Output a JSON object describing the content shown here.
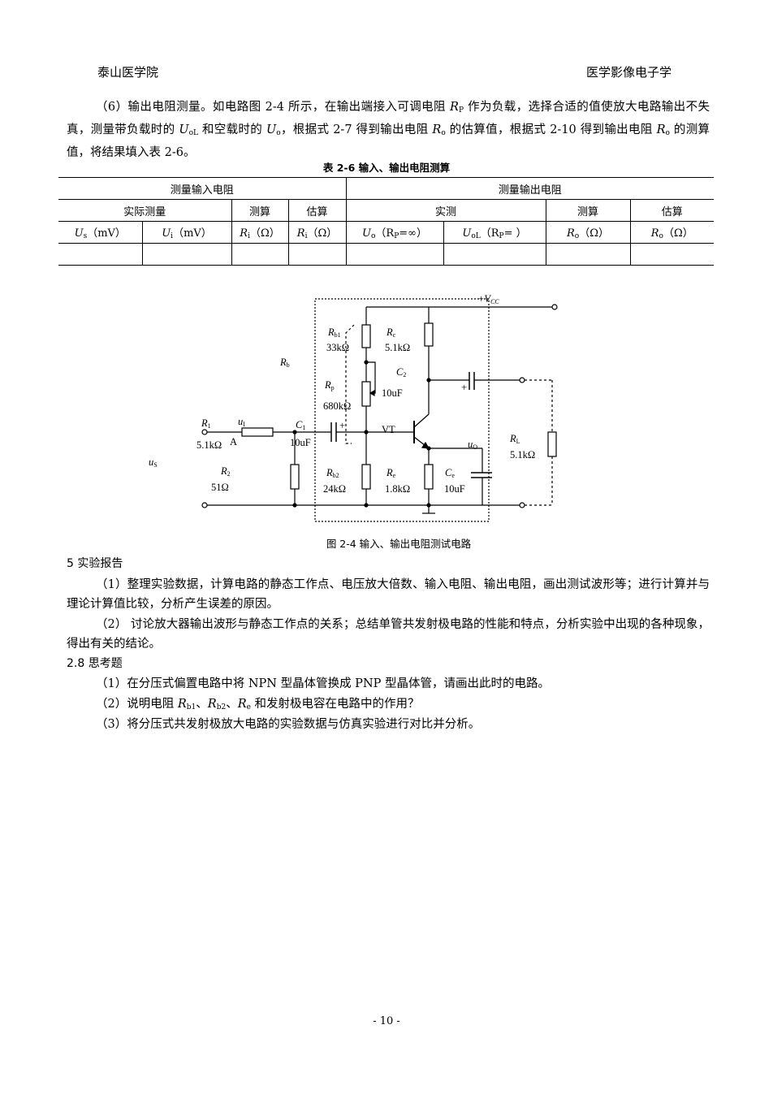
{
  "header": {
    "left": "泰山医学院",
    "right": "医学影像电子学"
  },
  "para6": {
    "p1": "（6）输出电阻测量。如电路图 2-4 所示，在输出端接入可调电阻 ",
    "rp": "R",
    "rp_sub": "P",
    "p2": " 作为负载，选择合适的值使放大电路输出不失真，测量带负载时的 ",
    "uol": "U",
    "uol_sub": "oL",
    "p3": " 和空载时的 ",
    "uo": "U",
    "uo_sub": "o",
    "p4": "，根据式 2-7 得到输出电阻 ",
    "ro": "R",
    "ro_sub": "o",
    "p5": " 的估算值，根据式 2-10 得到输出电阻 ",
    "ro2": "R",
    "ro2_sub": "o",
    "p6": " 的测算值，将结果填入表 2-6。"
  },
  "table": {
    "caption": "表 2-6  输入、输出电阻测算",
    "in_header": "测量输入电阻",
    "out_header": "测量输出电阻",
    "actual": "实际测量",
    "calc": "测算",
    "est": "估算",
    "measured": "实测",
    "calc2": "测算",
    "est2": "估算",
    "c1": "U",
    "c1s": "s",
    "c1u": "（mV）",
    "c2": "U",
    "c2s": "i",
    "c2u": "（mV）",
    "c3": "R",
    "c3s": "i",
    "c3u": "（Ω）",
    "c4": "R",
    "c4s": "i",
    "c4u": "（Ω）",
    "c5": "U",
    "c5s": "o",
    "c5u": "（R",
    "c5us": "P",
    "c5ue": "=∞）",
    "c6": "U",
    "c6s": "oL",
    "c6u": "（R",
    "c6us": "P",
    "c6ue": "=  ）",
    "c7": "R",
    "c7s": "o",
    "c7u": "（Ω）",
    "c8": "R",
    "c8s": "o",
    "c8u": "（Ω）"
  },
  "circuit": {
    "vcc": "+V",
    "vcc_sub": "CC",
    "rb": "R",
    "rb_sub": "b",
    "rb1": "R",
    "rb1_sub": "b1",
    "rb1_val": "33kΩ",
    "rc": "R",
    "rc_sub": "c",
    "rc_val": "5.1kΩ",
    "c2": "C",
    "c2_sub": "2",
    "c2_val": "10uF",
    "rp": "R",
    "rp_sub": "p",
    "rp_val": "680kΩ",
    "r1": "R",
    "r1_sub": "1",
    "r1_val": "5.1kΩ",
    "ui": "u",
    "ui_sub": "I",
    "a": "A",
    "c1": "C",
    "c1_sub": "1",
    "c1_val": "10uF",
    "vt": "VT",
    "uo": "u",
    "uo_sub": "O",
    "rl": "R",
    "rl_sub": "L",
    "rl_val": "5.1kΩ",
    "us": "u",
    "us_sub": "S",
    "r2": "R",
    "r2_sub": "2",
    "r2_val": "51Ω",
    "rb2": "R",
    "rb2_sub": "b2",
    "rb2_val": "24kΩ",
    "re": "R",
    "re_sub": "e",
    "re_val": "1.8kΩ",
    "ce": "C",
    "ce_sub": "e",
    "ce_val": "10uF",
    "plus1": "+",
    "plus2": "+",
    "caption": "图 2-4  输入、输出电阻测试电路"
  },
  "section5": {
    "title": "5  实验报告",
    "p1": "（1）整理实验数据，计算电路的静态工作点、电压放大倍数、输入电阻、输出电阻，画出测试波形等；进行计算并与理论计算值比较，分析产生误差的原因。",
    "p2": "（2）  讨论放大器输出波形与静态工作点的关系；总结单管共发射极电路的性能和特点，分析实验中出现的各种现象，得出有关的结论。"
  },
  "section28": {
    "title": "2.8  思考题",
    "q1": "（1）在分压式偏置电路中将 NPN 型晶体管换成 PNP 型晶体管，请画出此时的电路。",
    "q2a": "（2）说明电阻 ",
    "q2_rb1": "R",
    "q2_rb1s": "b1",
    "q2_sep1": "、",
    "q2_rb2": "R",
    "q2_rb2s": "b2",
    "q2_sep2": "、",
    "q2_re": "R",
    "q2_res": "e",
    "q2b": " 和发射极电容在电路中的作用？",
    "q3": "（3）将分压式共发射极放大电路的实验数据与仿真实验进行对比并分析。"
  },
  "footer": {
    "page": "- 10 -"
  }
}
